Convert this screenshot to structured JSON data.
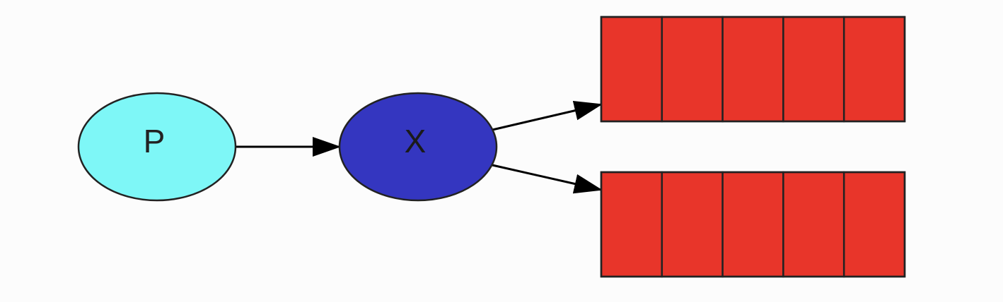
{
  "diagram": {
    "nodes": [
      {
        "id": "producer",
        "label": "P",
        "shape": "ellipse",
        "fill": "#7ef7f7",
        "text_color": "#222222"
      },
      {
        "id": "exchange",
        "label": "X",
        "shape": "ellipse",
        "fill": "#3436c0",
        "text_color": "#1a1a1a"
      },
      {
        "id": "queue-1",
        "label": "",
        "shape": "queue",
        "fill": "#e8352a",
        "cells": 5
      },
      {
        "id": "queue-2",
        "label": "",
        "shape": "queue",
        "fill": "#e8352a",
        "cells": 5
      }
    ],
    "edges": [
      {
        "from": "producer",
        "to": "exchange"
      },
      {
        "from": "exchange",
        "to": "queue-1"
      },
      {
        "from": "exchange",
        "to": "queue-2"
      }
    ]
  }
}
